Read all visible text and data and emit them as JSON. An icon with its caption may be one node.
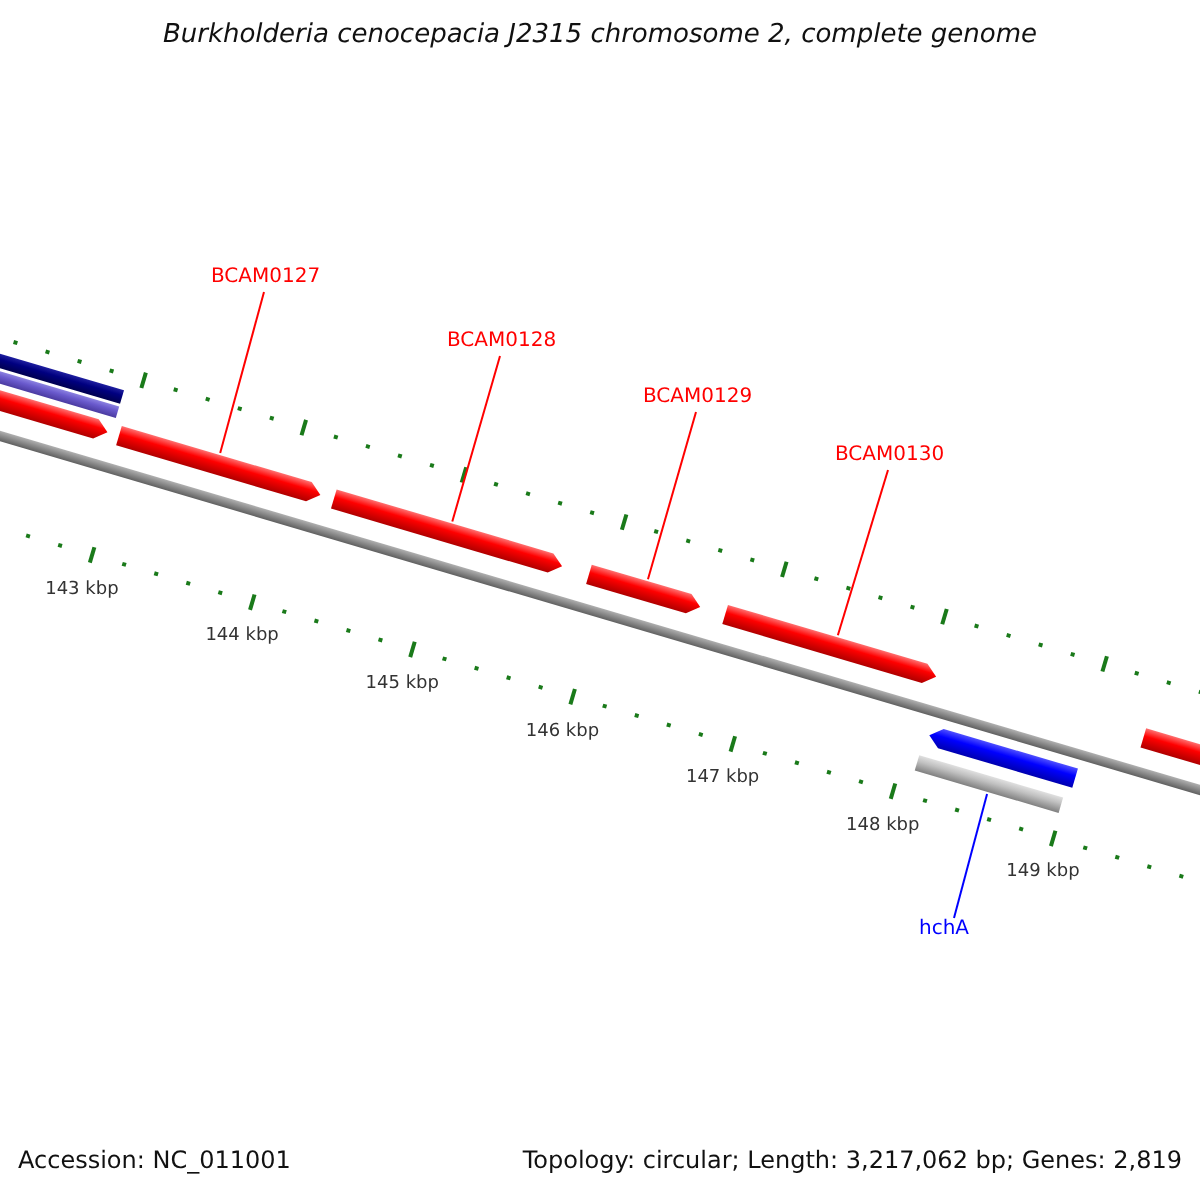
{
  "diagram": {
    "title": "Burkholderia cenocepacia J2315 chromosome 2, complete genome",
    "nodes": [
      {
        "text": [],
        "shape": "bar"
      },
      {
        "text": [],
        "shape": "bar"
      },
      {
        "text": [],
        "shape": "arrow"
      },
      {
        "text": [
          "BCAM0127"
        ]
      },
      {
        "text": [],
        "shape": "arrow"
      },
      {
        "text": [
          "BCAM0128"
        ]
      },
      {
        "text": [],
        "shape": "arrow"
      },
      {
        "text": [
          "BCAM0129"
        ]
      },
      {
        "text": [],
        "shape": "arrow"
      },
      {
        "text": [
          "BCAM0130"
        ]
      },
      {
        "text": [],
        "shape": "arrow"
      },
      {
        "text": [],
        "shape": "arrow"
      },
      {
        "text": [],
        "shape": "bar"
      },
      {
        "text": [
          "hchA"
        ]
      },
      {
        "text": [],
        "shape": "arrow"
      }
    ],
    "edges": [
      {
        "from": 3,
        "to": 4,
        "arrow": "none"
      },
      {
        "from": 5,
        "to": 6,
        "arrow": "none"
      },
      {
        "from": 7,
        "to": 8,
        "arrow": "none"
      },
      {
        "from": 9,
        "to": 10,
        "arrow": "none"
      },
      {
        "from": 13,
        "to": 12,
        "arrow": "none",
        "color": "#0000ff"
      }
    ],
    "labels": [
      "143 kbp",
      "144 kbp",
      "145 kbp",
      "146 kbp",
      "147 kbp",
      "148 kbp",
      "149 kbp",
      "Accession: NC_011001",
      "Topology: circular; Length: 3,217,062 bp; Genes: 2,819"
    ]
  }
}
